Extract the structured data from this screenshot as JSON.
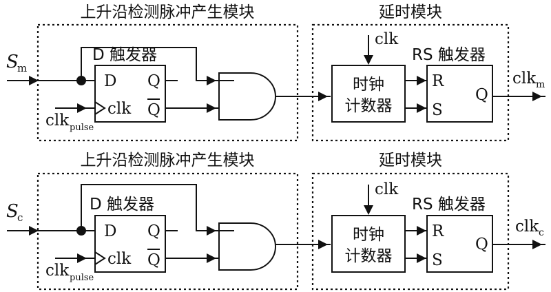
{
  "modules": [
    {
      "input_main": "S",
      "input_sub": "m",
      "edge_label": "上升沿检测脉冲产生模块",
      "dff_title": "D 触发器",
      "dff_d": "D",
      "dff_q": "Q",
      "dff_qbar": "Q",
      "dff_clk": "clk",
      "clkpulse_main": "clk",
      "clkpulse_sub": "pulse",
      "delay_label": "延时模块",
      "clk_in": "clk",
      "counter_line1": "时钟",
      "counter_line2": "计数器",
      "rs_title": "RS 触发器",
      "rs_r": "R",
      "rs_s": "S",
      "rs_q": "Q",
      "out_main": "clk",
      "out_sub": "m"
    },
    {
      "input_main": "S",
      "input_sub": "c",
      "edge_label": "上升沿检测脉冲产生模块",
      "dff_title": "D 触发器",
      "dff_d": "D",
      "dff_q": "Q",
      "dff_qbar": "Q",
      "dff_clk": "clk",
      "clkpulse_main": "clk",
      "clkpulse_sub": "pulse",
      "delay_label": "延时模块",
      "clk_in": "clk",
      "counter_line1": "时钟",
      "counter_line2": "计数器",
      "rs_title": "RS 触发器",
      "rs_r": "R",
      "rs_s": "S",
      "rs_q": "Q",
      "out_main": "clk",
      "out_sub": "c"
    }
  ]
}
